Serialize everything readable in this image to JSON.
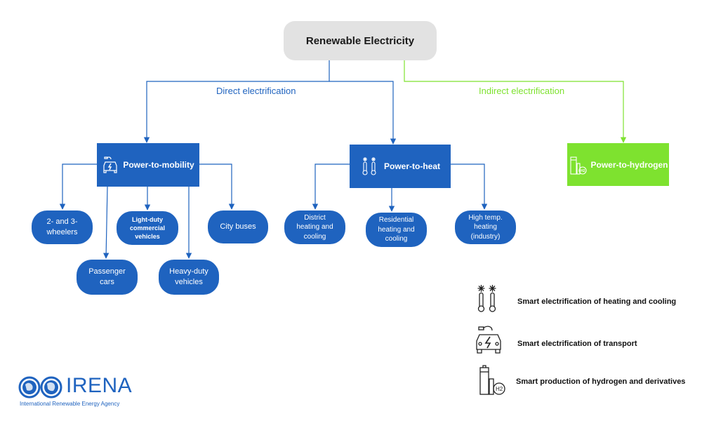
{
  "root": {
    "label": "Renewable Electricity"
  },
  "branches": {
    "direct": {
      "label": "Direct electrification"
    },
    "indirect": {
      "label": "Indirect electrification"
    }
  },
  "hubs": {
    "mobility": {
      "label": "Power-to-mobility",
      "icon": "car-plug-icon"
    },
    "heat": {
      "label": "Power-to-heat",
      "icon": "thermometer-snowflake-icon"
    },
    "hydrogen": {
      "label": "Power-to-hydrogen",
      "icon": "hydrogen-tank-icon"
    }
  },
  "leaves": {
    "mobility": [
      {
        "label": "2- and 3-\nwheelers"
      },
      {
        "label": "Light-duty\ncommercial\nvehicles"
      },
      {
        "label": "City buses"
      },
      {
        "label": "Passenger\ncars"
      },
      {
        "label": "Heavy-duty\nvehicles"
      }
    ],
    "heat": [
      {
        "label": "District\nheating and\ncooling"
      },
      {
        "label": "Residential\nheating and\ncooling"
      },
      {
        "label": "High temp.\nheating\n(industry)"
      }
    ]
  },
  "legend": [
    {
      "icon": "thermometer-snowflake-icon",
      "label": "Smart electrification of heating and cooling"
    },
    {
      "icon": "car-plug-icon",
      "label": "Smart electrification of transport"
    },
    {
      "icon": "hydrogen-tank-icon",
      "label": "Smart production of hydrogen and derivatives"
    }
  ],
  "logo": {
    "name": "IRENA",
    "subtitle": "International Renewable Energy Agency"
  },
  "colors": {
    "blue": "#1f63bf",
    "green": "#7ee22f",
    "root_bg": "#e2e2e2"
  }
}
